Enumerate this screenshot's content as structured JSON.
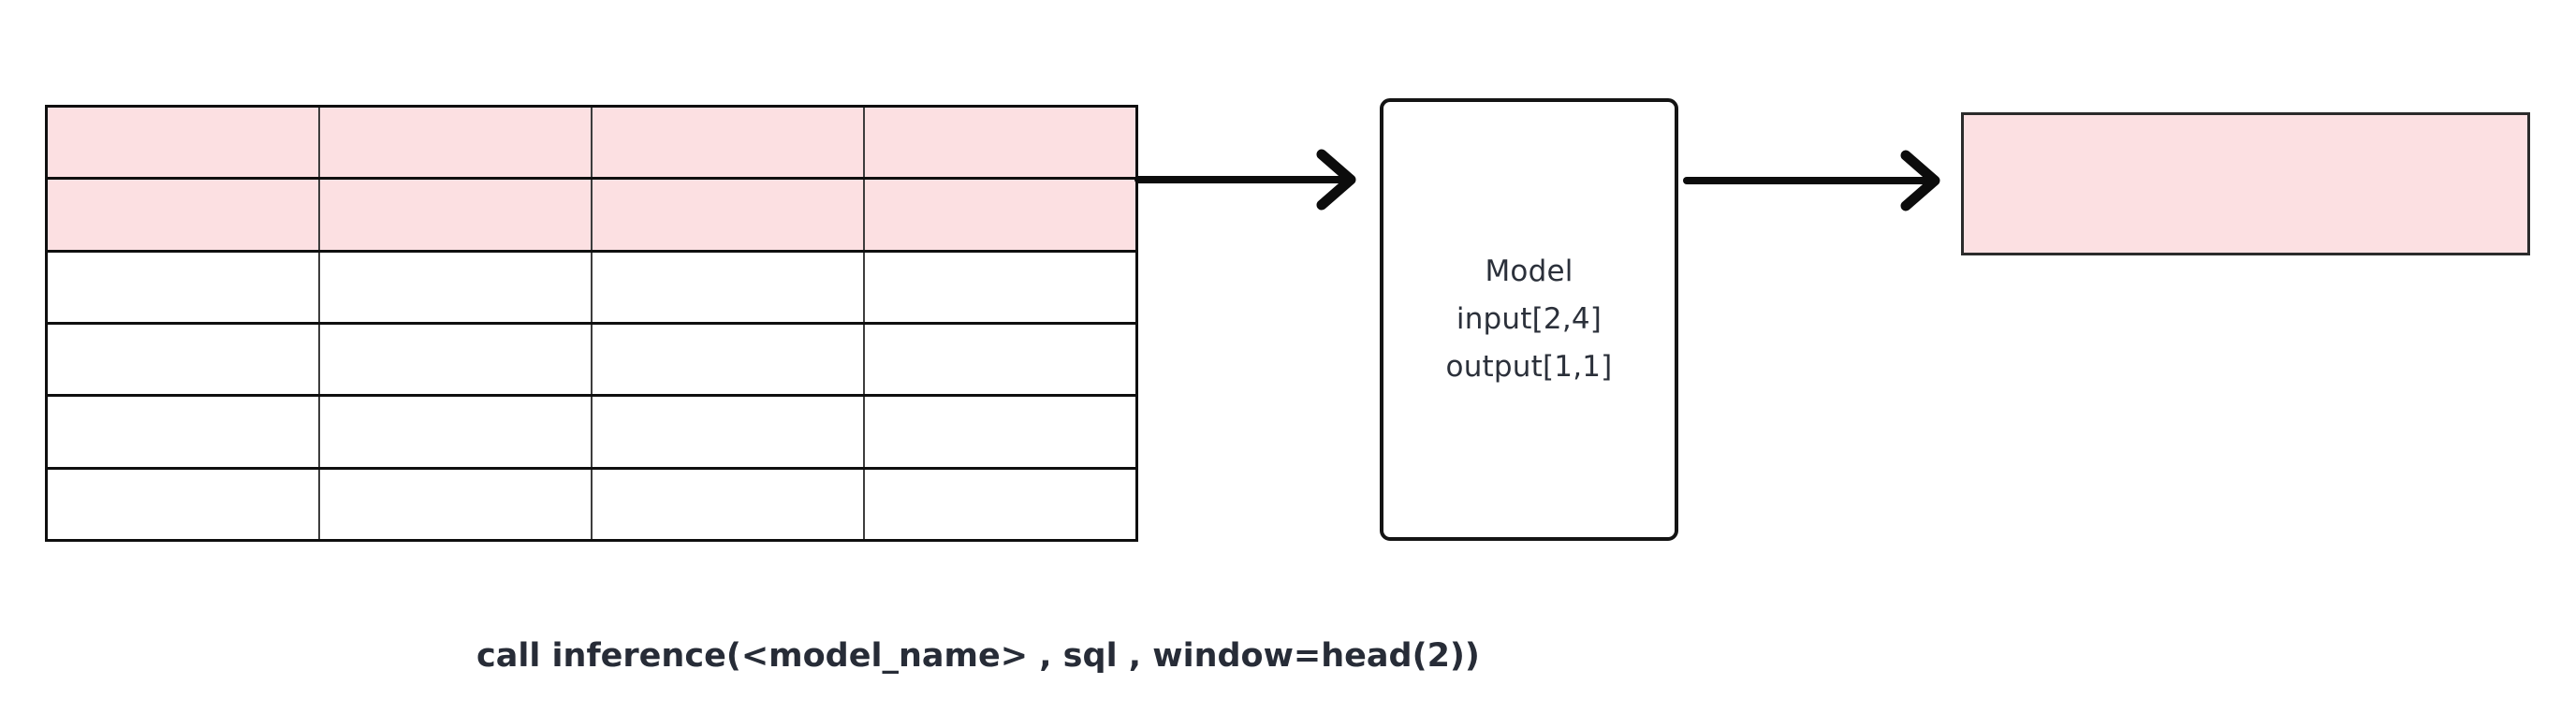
{
  "diagram": {
    "input_table": {
      "rows": 6,
      "columns": 4,
      "highlighted_row_indexes": [
        0,
        1
      ]
    },
    "model_node": {
      "line1": "Model",
      "line2": "input[2,4]",
      "line3": "output[1,1]"
    },
    "caption": "call inference(<model_name> , sql , window=head(2))",
    "colors": {
      "highlight_pink": "#fce0e2",
      "stroke_black": "#0f0f0f",
      "text_dark": "#2b303a"
    }
  }
}
